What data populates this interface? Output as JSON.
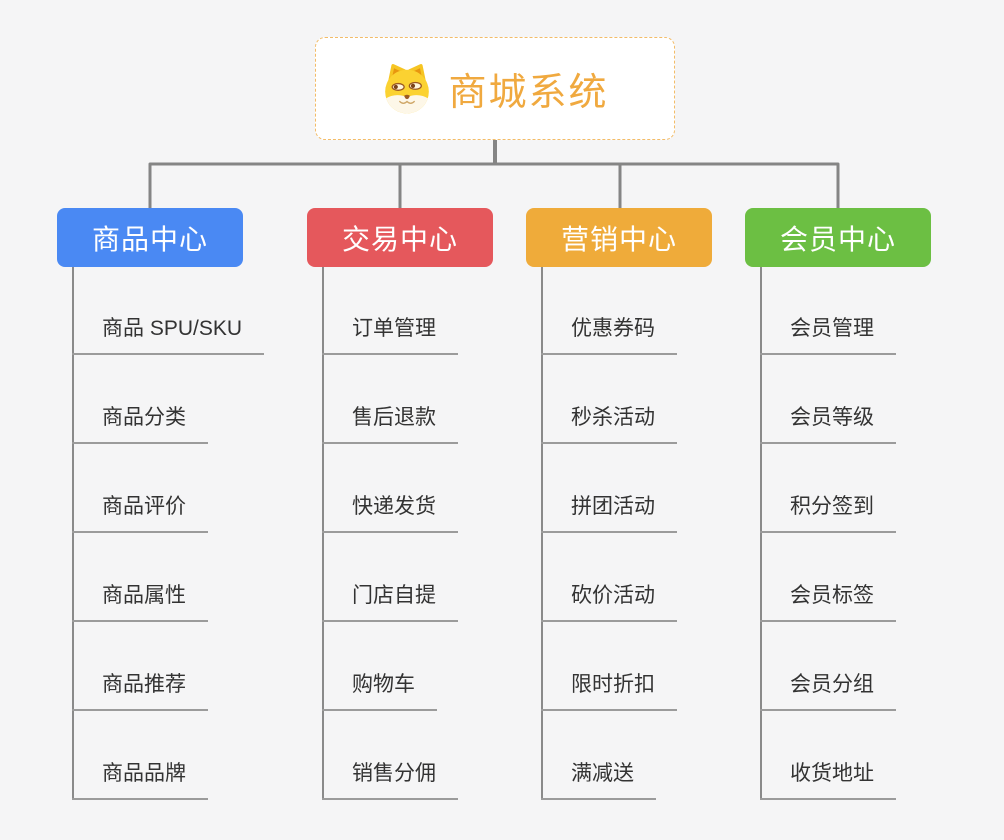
{
  "root": {
    "title": "商城系统",
    "icon": "shiba-dog-face-icon"
  },
  "branches": [
    {
      "label": "商品中心",
      "color": "#4a89f3",
      "items": [
        "商品 SPU/SKU",
        "商品分类",
        "商品评价",
        "商品属性",
        "商品推荐",
        "商品品牌"
      ]
    },
    {
      "label": "交易中心",
      "color": "#e5585c",
      "items": [
        "订单管理",
        "售后退款",
        "快递发货",
        "门店自提",
        "购物车",
        "销售分佣"
      ]
    },
    {
      "label": "营销中心",
      "color": "#efab3a",
      "items": [
        "优惠券码",
        "秒杀活动",
        "拼团活动",
        "砍价活动",
        "限时折扣",
        "满减送"
      ]
    },
    {
      "label": "会员中心",
      "color": "#6cbf43",
      "items": [
        "会员管理",
        "会员等级",
        "积分签到",
        "会员标签",
        "会员分组",
        "收货地址"
      ]
    }
  ],
  "colors": {
    "background": "#f5f5f6",
    "connector": "#858585",
    "column_line": "#8a8a8a",
    "underline": "#9b9b9b",
    "leaf_text": "#333333",
    "root_accent": "#f0a93f",
    "root_border": "#f3bc68",
    "root_background": "#ffffff"
  }
}
